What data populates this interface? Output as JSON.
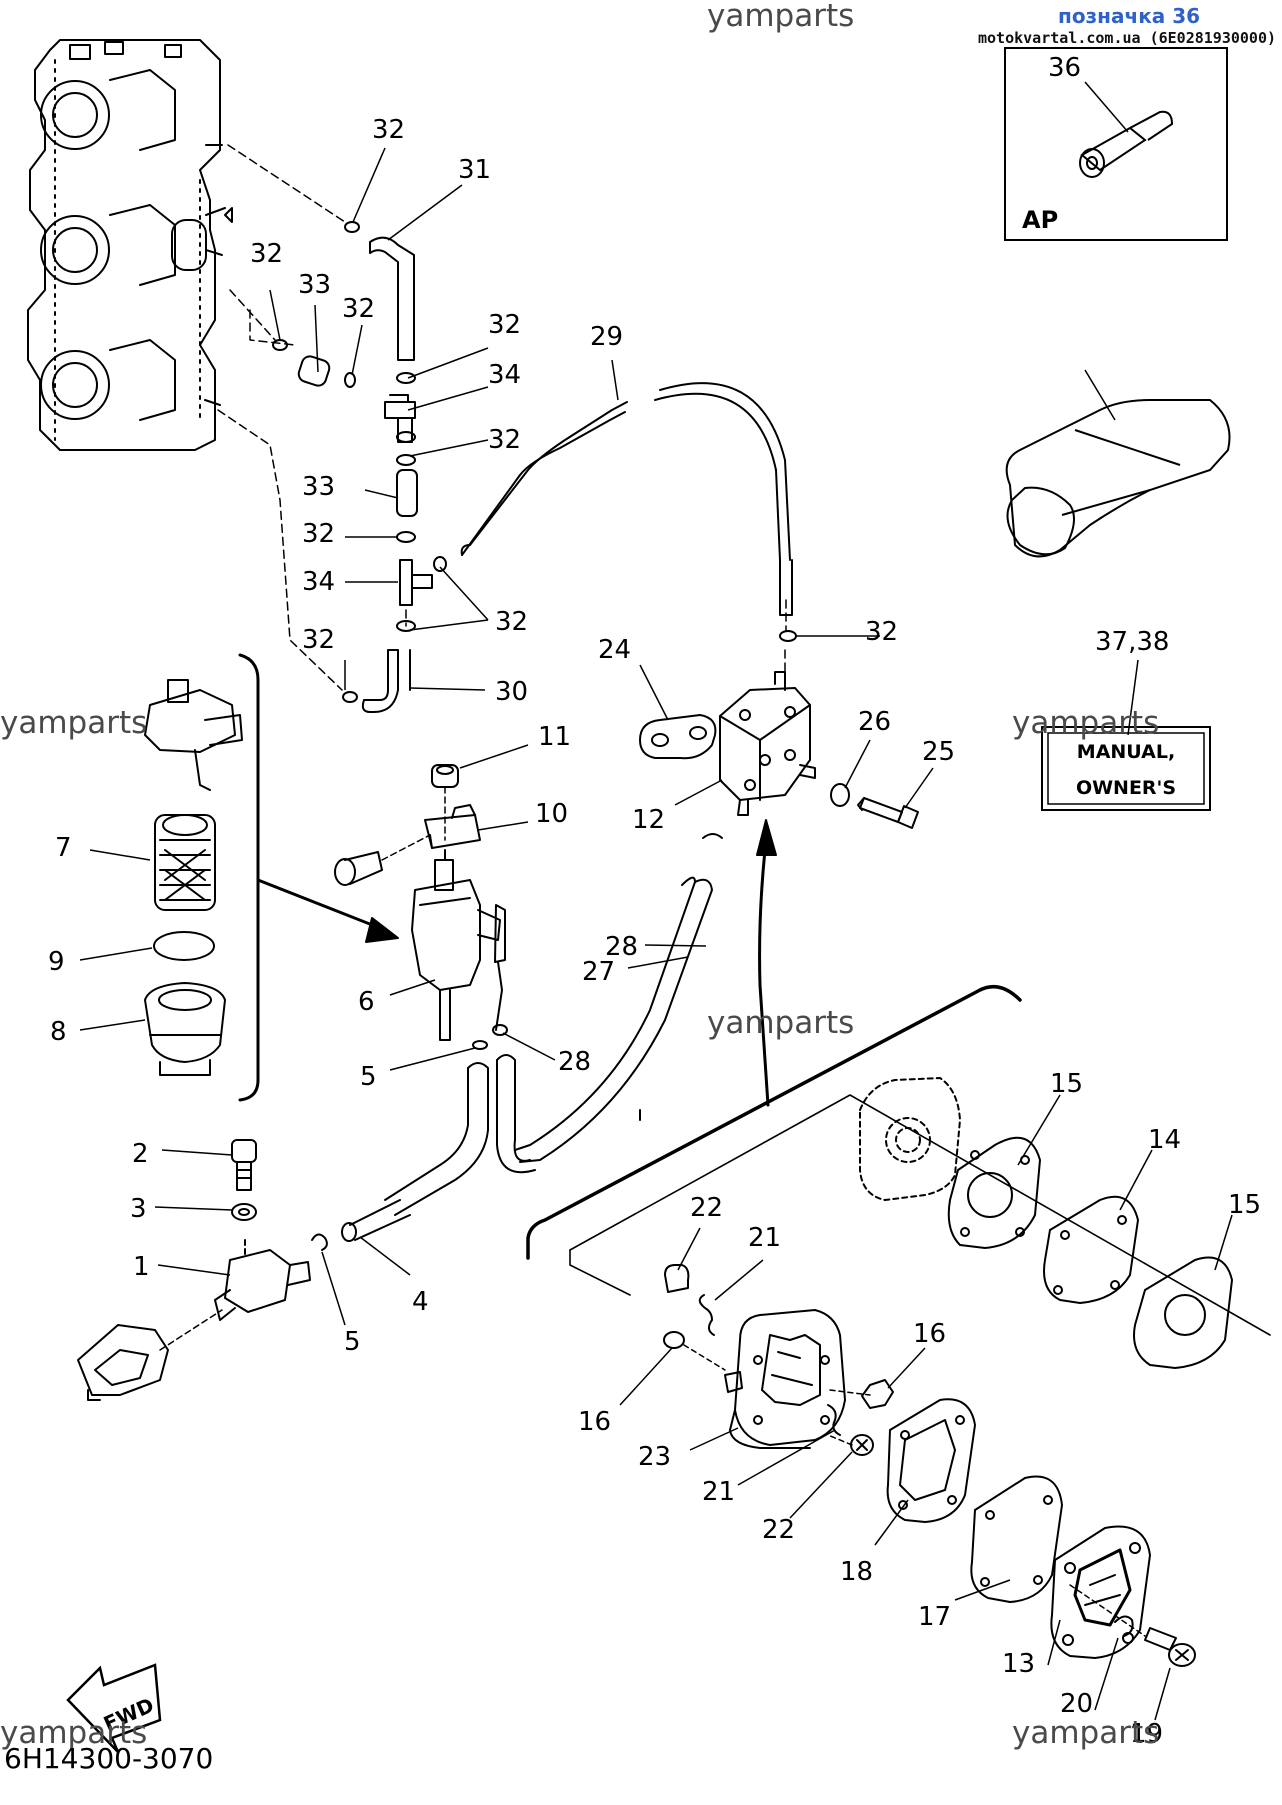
{
  "header": {
    "callout_link": "позначка 36",
    "source_line": "motokvartal.com.ua (6E0281930000)"
  },
  "watermarks": [
    {
      "id": "top",
      "text": "yamparts"
    },
    {
      "id": "left",
      "text": "yamparts"
    },
    {
      "id": "middle",
      "text": "yamparts"
    },
    {
      "id": "right",
      "text": "yamparts"
    },
    {
      "id": "bottom-left",
      "text": "yamparts"
    },
    {
      "id": "bottom-right",
      "text": "yamparts"
    }
  ],
  "inset": {
    "part_label": "36",
    "region_code": "AP"
  },
  "manual": {
    "part_label": "37,38",
    "line1": "MANUAL,",
    "line2": "OWNER'S"
  },
  "fwd_label": "FWD",
  "diagram_ref": "6H14300-3070",
  "callouts": [
    {
      "id": "c32a",
      "text": "32"
    },
    {
      "id": "c31",
      "text": "31"
    },
    {
      "id": "c32b",
      "text": "32"
    },
    {
      "id": "c33a",
      "text": "33"
    },
    {
      "id": "c32c",
      "text": "32"
    },
    {
      "id": "c32d",
      "text": "32"
    },
    {
      "id": "c34a",
      "text": "34"
    },
    {
      "id": "c32e",
      "text": "32"
    },
    {
      "id": "c29",
      "text": "29"
    },
    {
      "id": "c33b",
      "text": "33"
    },
    {
      "id": "c32f",
      "text": "32"
    },
    {
      "id": "c34b",
      "text": "34"
    },
    {
      "id": "c32g",
      "text": "32"
    },
    {
      "id": "c32h",
      "text": "32"
    },
    {
      "id": "c30",
      "text": "30"
    },
    {
      "id": "c32i",
      "text": "32"
    },
    {
      "id": "c24",
      "text": "24"
    },
    {
      "id": "c26",
      "text": "26"
    },
    {
      "id": "c25",
      "text": "25"
    },
    {
      "id": "c12",
      "text": "12"
    },
    {
      "id": "c11",
      "text": "11"
    },
    {
      "id": "c10",
      "text": "10"
    },
    {
      "id": "c7",
      "text": "7"
    },
    {
      "id": "c9",
      "text": "9"
    },
    {
      "id": "c8",
      "text": "8"
    },
    {
      "id": "c6",
      "text": "6"
    },
    {
      "id": "c28a",
      "text": "28"
    },
    {
      "id": "c27",
      "text": "27"
    },
    {
      "id": "c5a",
      "text": "5"
    },
    {
      "id": "c28b",
      "text": "28"
    },
    {
      "id": "c2",
      "text": "2"
    },
    {
      "id": "c3",
      "text": "3"
    },
    {
      "id": "c1",
      "text": "1"
    },
    {
      "id": "c4",
      "text": "4"
    },
    {
      "id": "c5b",
      "text": "5"
    },
    {
      "id": "c15a",
      "text": "15"
    },
    {
      "id": "c14",
      "text": "14"
    },
    {
      "id": "c15b",
      "text": "15"
    },
    {
      "id": "c22a",
      "text": "22"
    },
    {
      "id": "c21a",
      "text": "21"
    },
    {
      "id": "c16a",
      "text": "16"
    },
    {
      "id": "c16b",
      "text": "16"
    },
    {
      "id": "c23",
      "text": "23"
    },
    {
      "id": "c21b",
      "text": "21"
    },
    {
      "id": "c22b",
      "text": "22"
    },
    {
      "id": "c18",
      "text": "18"
    },
    {
      "id": "c17",
      "text": "17"
    },
    {
      "id": "c13",
      "text": "13"
    },
    {
      "id": "c20",
      "text": "20"
    },
    {
      "id": "c19",
      "text": "19"
    }
  ]
}
